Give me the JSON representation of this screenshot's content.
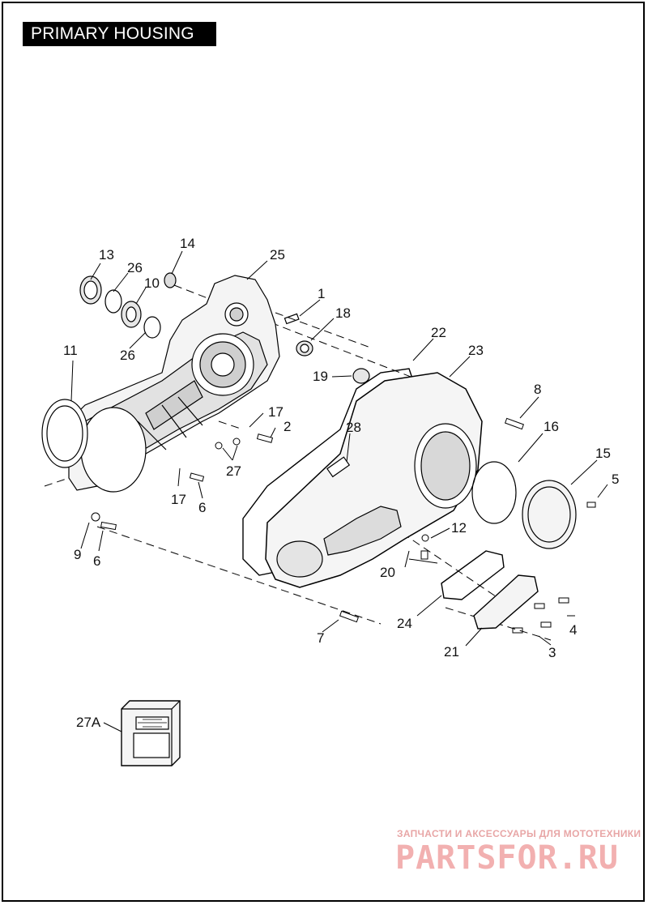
{
  "header": {
    "title": "PRIMARY HOUSING"
  },
  "callouts": [
    {
      "label": "1"
    },
    {
      "label": "2"
    },
    {
      "label": "3"
    },
    {
      "label": "4"
    },
    {
      "label": "5"
    },
    {
      "label": "6"
    },
    {
      "label": "6"
    },
    {
      "label": "7"
    },
    {
      "label": "8"
    },
    {
      "label": "9"
    },
    {
      "label": "10"
    },
    {
      "label": "11"
    },
    {
      "label": "12"
    },
    {
      "label": "13"
    },
    {
      "label": "14"
    },
    {
      "label": "15"
    },
    {
      "label": "16"
    },
    {
      "label": "17"
    },
    {
      "label": "17"
    },
    {
      "label": "18"
    },
    {
      "label": "19"
    },
    {
      "label": "20"
    },
    {
      "label": "21"
    },
    {
      "label": "22"
    },
    {
      "label": "23"
    },
    {
      "label": "24"
    },
    {
      "label": "25"
    },
    {
      "label": "26"
    },
    {
      "label": "26"
    },
    {
      "label": "27"
    },
    {
      "label": "27A"
    },
    {
      "label": "28"
    }
  ],
  "watermark": {
    "subtitle": "ЗАПЧАСТИ И АКСЕССУАРЫ ДЛЯ МОТОТЕХНИКИ",
    "brand": "PARTSFOR.RU",
    "color": "#f2b0b0"
  },
  "colors": {
    "ink": "#000000",
    "shade": "#d9d9d9",
    "background": "#ffffff"
  }
}
